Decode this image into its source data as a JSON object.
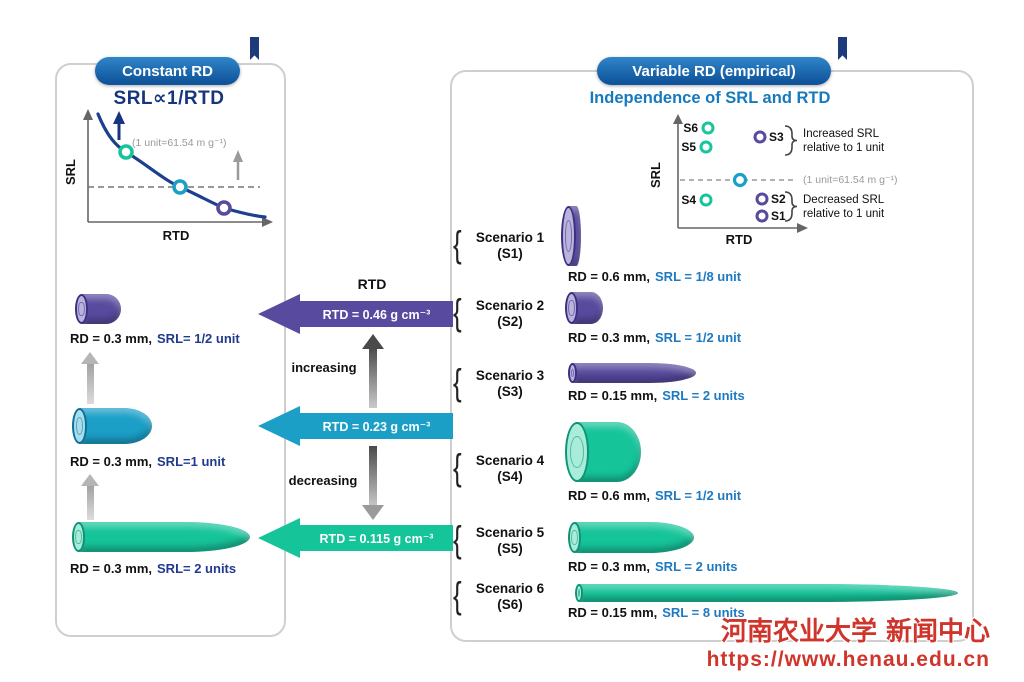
{
  "colors": {
    "purple": "#584a9e",
    "teal": "#1b9fc7",
    "green": "#16c49a",
    "badge_blue": "#10549c",
    "navy_text": "#17357e",
    "blue_text": "#1d7ac2",
    "watermark_red": "#cf352b"
  },
  "left_panel": {
    "badge": "Constant RD",
    "title": "SRL∝1/RTD",
    "chart": {
      "ylabel": "SRL",
      "xlabel": "RTD",
      "unit_note": "(1 unit=61.54 m g⁻¹)"
    },
    "items": [
      {
        "rd": "RD = 0.3 mm,",
        "srl": "SRL= 1/2 unit"
      },
      {
        "rd": "RD = 0.3 mm,",
        "srl": "SRL=1 unit"
      },
      {
        "rd": "RD = 0.3 mm,",
        "srl": "SRL= 2 units"
      }
    ]
  },
  "middle": {
    "rtd_title": "RTD",
    "arrows": [
      {
        "label": "RTD = 0.46 g cm⁻³"
      },
      {
        "label": "RTD = 0.23 g cm⁻³"
      },
      {
        "label": "RTD = 0.115 g cm⁻³"
      }
    ],
    "increasing_label": "increasing",
    "decreasing_label": "decreasing"
  },
  "right_panel": {
    "badge": "Variable RD (empirical)",
    "title": "Independence of SRL and RTD",
    "chart": {
      "ylabel": "SRL",
      "xlabel": "RTD",
      "unit_note": "(1 unit=61.54 m g⁻¹)",
      "left_points": [
        "S6",
        "S5",
        "S4"
      ],
      "right_points": [
        "S3",
        "S2",
        "S1"
      ],
      "increased_line1": "Increased SRL",
      "increased_line2": "relative to 1 unit",
      "decreased_line1": "Decreased SRL",
      "decreased_line2": "relative to 1 unit"
    },
    "scenarios": [
      {
        "name": "Scenario 1",
        "code": "(S1)",
        "rd": "RD = 0.6 mm,",
        "srl": "SRL = 1/8 unit"
      },
      {
        "name": "Scenario 2",
        "code": "(S2)",
        "rd": "RD = 0.3 mm,",
        "srl": "SRL = 1/2 unit"
      },
      {
        "name": "Scenario 3",
        "code": "(S3)",
        "rd": "RD = 0.15 mm,",
        "srl": "SRL = 2 units"
      },
      {
        "name": "Scenario 4",
        "code": "(S4)",
        "rd": "RD = 0.6 mm,",
        "srl": "SRL = 1/2 unit"
      },
      {
        "name": "Scenario 5",
        "code": "(S5)",
        "rd": "RD = 0.3 mm,",
        "srl": "SRL = 2 units"
      },
      {
        "name": "Scenario 6",
        "code": "(S6)",
        "rd": "RD = 0.15 mm,",
        "srl": "SRL = 8 units"
      }
    ]
  },
  "watermark": {
    "line1": "河南农业大学 新闻中心",
    "line2": "https://www.henau.edu.cn"
  },
  "chart_data": [
    {
      "type": "line",
      "title": "SRL∝1/RTD",
      "xlabel": "RTD",
      "ylabel": "SRL",
      "annotations": [
        "(1 unit=61.54 m g⁻¹)"
      ],
      "points": [
        {
          "marker": "green",
          "srl": "2 units",
          "rtd": "0.115 g cm⁻³"
        },
        {
          "marker": "teal",
          "srl": "1 unit",
          "rtd": "0.23 g cm⁻³"
        },
        {
          "marker": "purple",
          "srl": "1/2 unit",
          "rtd": "0.46 g cm⁻³"
        }
      ]
    },
    {
      "type": "scatter",
      "title": "Independence of SRL and RTD",
      "xlabel": "RTD",
      "ylabel": "SRL",
      "annotations": [
        "(1 unit=61.54 m g⁻¹)",
        "Increased SRL relative to 1 unit",
        "Decreased SRL relative to 1 unit"
      ],
      "points": [
        {
          "label": "S6",
          "srl": "8 units"
        },
        {
          "label": "S5",
          "srl": "2 units"
        },
        {
          "label": "S4",
          "srl": "1/2 unit"
        },
        {
          "label": "S3",
          "srl": "2 units"
        },
        {
          "label": "S2",
          "srl": "1/2 unit"
        },
        {
          "label": "S1",
          "srl": "1/8 unit"
        }
      ]
    }
  ]
}
